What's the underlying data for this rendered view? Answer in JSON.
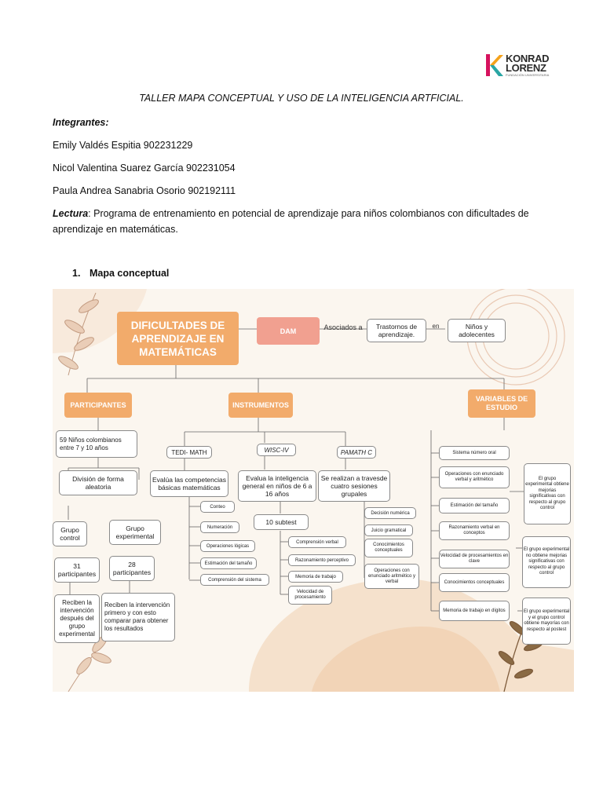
{
  "logo": {
    "line1": "KONRAD",
    "line2": "LORENZ",
    "line3": "FUNDACIÓN UNIVERSITARIA",
    "colors": {
      "k_primary": "#d6125e",
      "k_secondary": "#f5a21b",
      "k_tertiary": "#2aa6a4"
    }
  },
  "header": {
    "title": "TALLER MAPA CONCEPTUAL Y USO DE LA INTELIGENCIA ARTFICIAL."
  },
  "integrantes": {
    "label": "Integrantes:",
    "members": [
      "Emily Valdés Espitia 902231229",
      "Nicol Valentina Suarez García 902231054",
      "Paula Andrea Sanabria Osorio 902192111"
    ]
  },
  "lectura": {
    "label": "Lectura",
    "text": ": Programa de entrenamiento en potencial de aprendizaje para niños colombianos con dificultades de aprendizaje en matemáticas."
  },
  "section": {
    "number": "1.",
    "title": "Mapa conceptual"
  },
  "concept_map": {
    "main": "DIFICULTADES DE APRENDIZAJE EN MATEMÁTICAS",
    "dam": "DAM",
    "asociados": "Asociados a",
    "trastornos": "Trastornos de aprendizaje.",
    "en": "en",
    "ninos": "Niños y adolecentes",
    "participantes": {
      "title": "PARTICIPANTES",
      "total": "59  Niños  colombianos entre 7 y 10 años",
      "division": "División de forma aleatoria",
      "control": "Grupo control",
      "experimental": "Grupo experimental",
      "control_n": "31 participantes",
      "experimental_n": "28 participantes",
      "control_note": "Reciben la intervención después del grupo experimental",
      "experimental_note": "Reciben la intervención primero y con esto comparar para obtener los resultados"
    },
    "instrumentos": {
      "title": "INSTRUMENTOS",
      "tedi": "TEDI- MATH",
      "tedi_desc": "Evalúa las competencias básicas matemáticas",
      "tedi_items": [
        "Conteo",
        "Numeración",
        "Operaciones lógicas",
        "Estimación del tamaño",
        "Comprensión del sistema"
      ],
      "wisc": "WISC-IV",
      "wisc_desc": "Evalua la inteligencia general en niños de 6 a 16 años",
      "wisc_subtest": "10 subtest",
      "wisc_items": [
        "Comprensión verbal",
        "Razonamiento perceptivo",
        "Memoria de trabajo",
        "Velocidad de procesamiento"
      ],
      "pamath": "PAMATH C",
      "pamath_desc": "Se realizan a travesde cuatro sesiones grupales",
      "pamath_items": [
        "Decisión numérica",
        "Juicio gramatical",
        "Conocimientos conceptuales",
        "Operaciones con enunciado aritmético y verbal"
      ]
    },
    "variables": {
      "title": "VARIABLES DE ESTUDIO",
      "items": [
        "Sistema número oral",
        "Operaciones con enunciado verbal y aritmético",
        "Estimación del tamaño",
        "Razonamiento verbal en conceptos",
        "Velocidad de procesamientos en clave",
        "Conocimientos conceptuales",
        "Memoria de trabajo en dígitos"
      ],
      "results": [
        "El grupo experimental obtiene mejorias significativas con respecto al grupo control",
        "El grupo experimental no obtiene mejorias significativas con respecto al grupo control",
        "El grupo experimental y el grupo control obtiene mayorías con respecto al postest"
      ]
    }
  }
}
